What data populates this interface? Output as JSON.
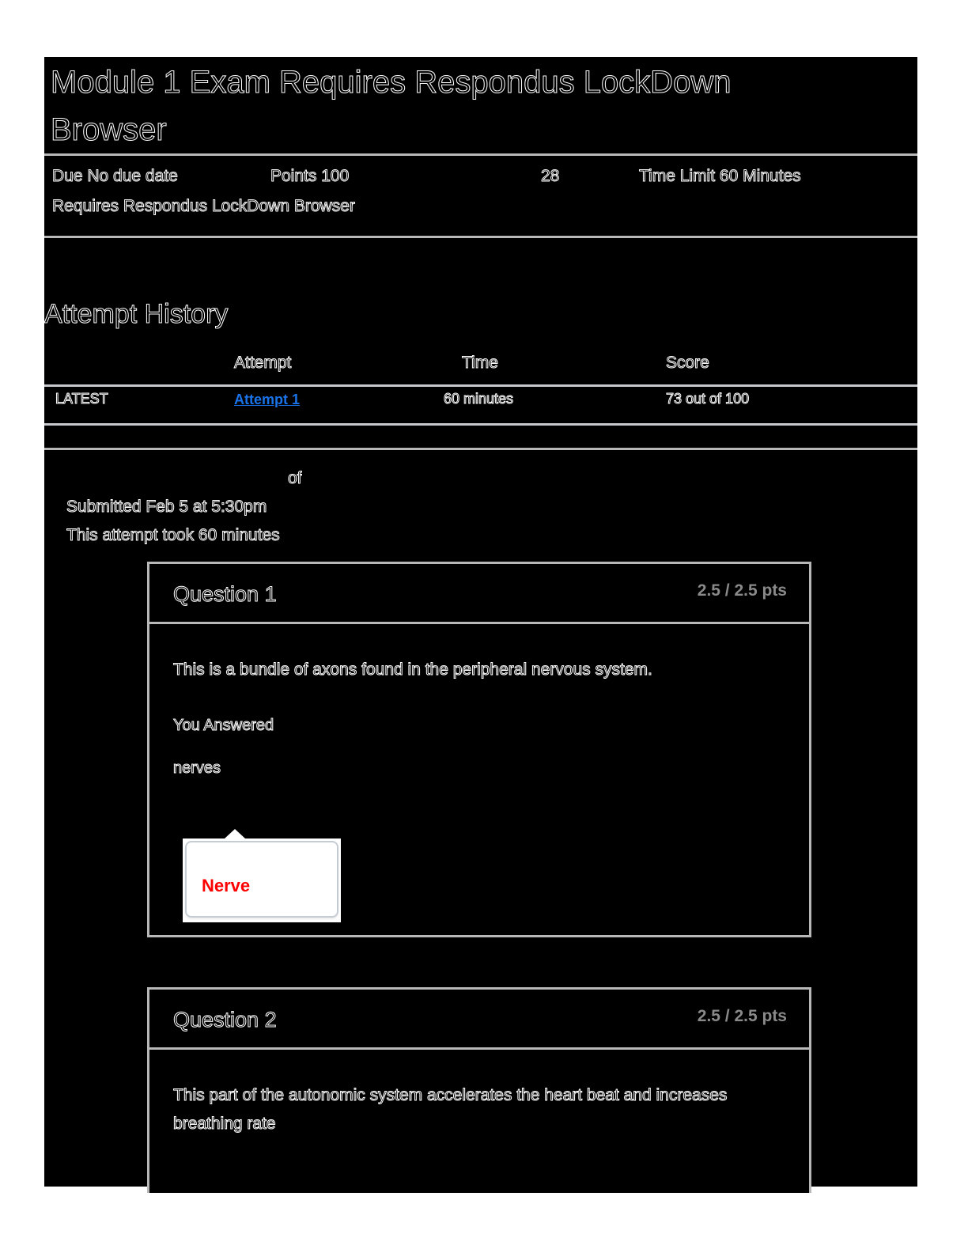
{
  "page": {
    "title": "Module 1 Exam  Requires Respondus LockDown Browser",
    "title_line1": "Module 1 Exam  Requires Respondus LockDown",
    "title_line2": "Browser"
  },
  "quiz_details": {
    "due_label": "Due",
    "due_value": "No due date",
    "points_label": "Points",
    "points_value": "100",
    "questions_value": "28",
    "time_limit_label": "Time Limit",
    "time_limit_value": "60 Minutes",
    "requires_line": "Requires Respondus LockDown Browser"
  },
  "attempt_history": {
    "heading": "Attempt History",
    "columns": [
      "",
      "Attempt",
      "Time",
      "Score"
    ],
    "rows": [
      {
        "badge": "LATEST",
        "attempt": "Attempt 1",
        "time": "60 minutes",
        "score": "73 out of 100"
      }
    ]
  },
  "submission": {
    "score_line_fragment": "of",
    "submitted": "Submitted Feb 5 at 5:30pm",
    "duration": "This attempt took 60 minutes"
  },
  "questions": [
    {
      "title": "Question 1",
      "points": "2.5 / 2.5 pts",
      "text": "This is a bundle of axons found in the peripheral nervous system.",
      "answer_label": "You Answered",
      "answer_value": "nerves",
      "popup_text": "Nerve"
    },
    {
      "title": "Question 2",
      "points": "2.5 / 2.5 pts",
      "text": "This part of the autonomic system accelerates the heart beat and increases breathing rate"
    }
  ],
  "colors": {
    "panel_bg": "#000000",
    "divider": "#b8b8b8",
    "link": "#1a73e8",
    "points_gray": "#8a8a8a",
    "popup_text_red": "#ff0000"
  }
}
